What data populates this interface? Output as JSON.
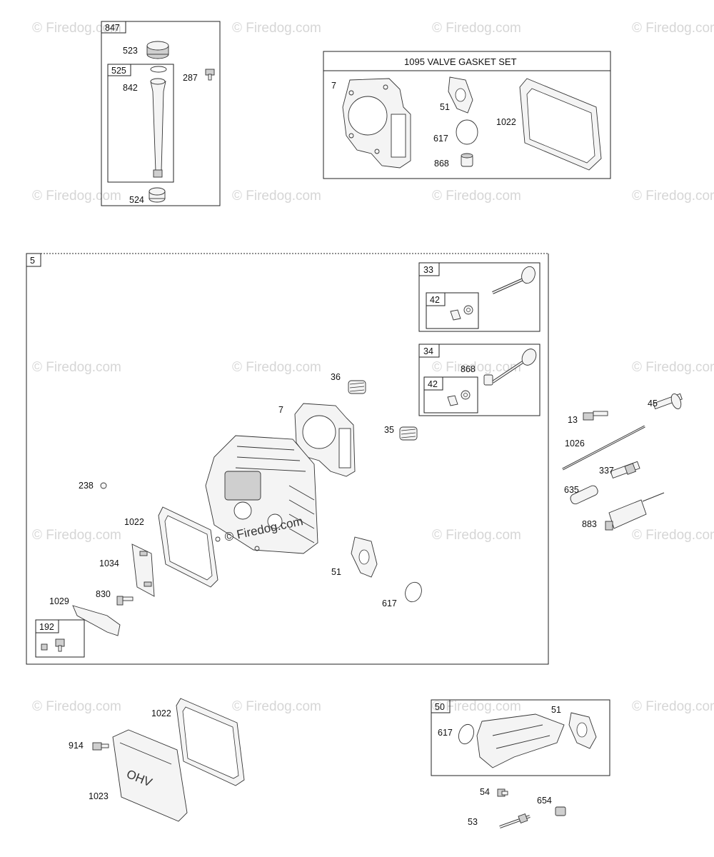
{
  "watermark": "© Firedog.com",
  "center_watermark": "© Firedog.com",
  "valve_gasket_set_title": "1095 VALVE GASKET SET",
  "box_labels": {
    "b847": "847",
    "b525": "525",
    "b5": "5",
    "b33": "33",
    "b42a": "42",
    "b34": "34",
    "b42b": "42",
    "b192": "192",
    "b50": "50"
  },
  "part_labels": {
    "p523": "523",
    "p842": "842",
    "p287": "287",
    "p524": "524",
    "p7a": "7",
    "p51a": "51",
    "p617a": "617",
    "p868a": "868",
    "p1022a": "1022",
    "p36": "36",
    "p7b": "7",
    "p35": "35",
    "p868b": "868",
    "p238": "238",
    "p1022b": "1022",
    "p1034": "1034",
    "p830": "830",
    "p1029": "1029",
    "p51b": "51",
    "p617b": "617",
    "p13": "13",
    "p45": "45",
    "p1026": "1026",
    "p337": "337",
    "p635": "635",
    "p883": "883",
    "p1022c": "1022",
    "p914": "914",
    "p1023": "1023",
    "p617c": "617",
    "p51c": "51",
    "p54": "54",
    "p654": "654",
    "p53": "53"
  },
  "cover_text": "OHV"
}
